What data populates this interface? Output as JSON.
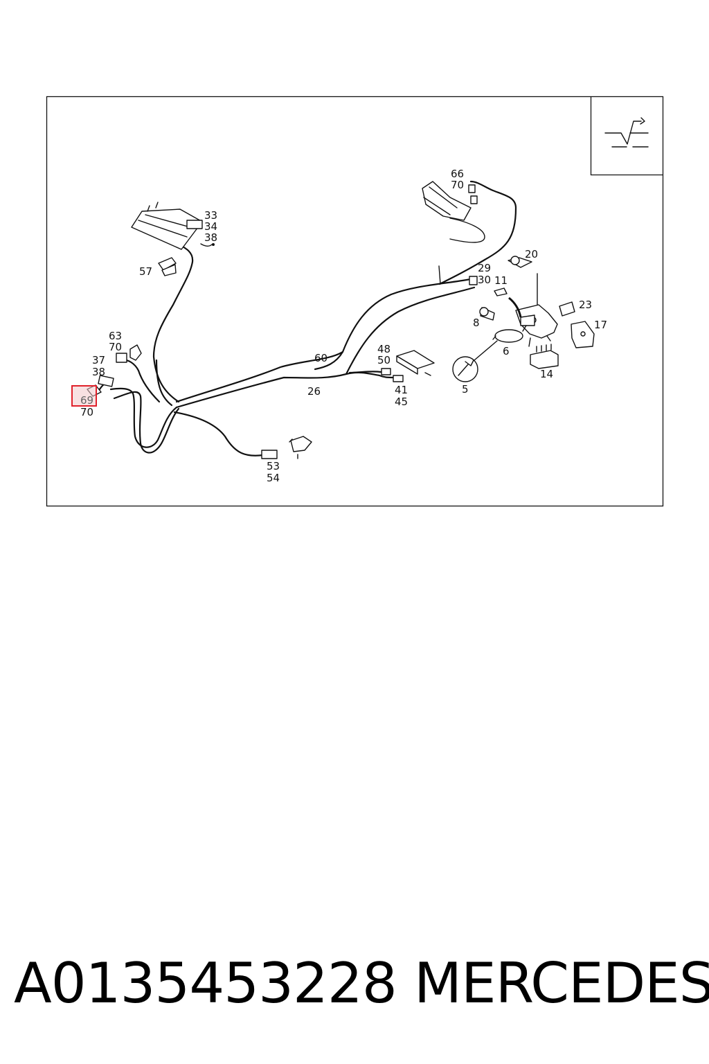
{
  "diagram": {
    "callouts": [
      {
        "id": "c33",
        "text": "33"
      },
      {
        "id": "c34",
        "text": "34"
      },
      {
        "id": "c38a",
        "text": "38"
      },
      {
        "id": "c57",
        "text": "57"
      },
      {
        "id": "c66",
        "text": "66"
      },
      {
        "id": "c70a",
        "text": "70"
      },
      {
        "id": "c20",
        "text": "20"
      },
      {
        "id": "c29",
        "text": "29"
      },
      {
        "id": "c30",
        "text": "30"
      },
      {
        "id": "c11",
        "text": "11"
      },
      {
        "id": "c23",
        "text": "23"
      },
      {
        "id": "c17",
        "text": "17"
      },
      {
        "id": "c8",
        "text": "8"
      },
      {
        "id": "c6",
        "text": "6"
      },
      {
        "id": "c14",
        "text": "14"
      },
      {
        "id": "c5",
        "text": "5"
      },
      {
        "id": "c63",
        "text": "63"
      },
      {
        "id": "c70b",
        "text": "70"
      },
      {
        "id": "c37",
        "text": "37"
      },
      {
        "id": "c38b",
        "text": "38"
      },
      {
        "id": "c69",
        "text": "69"
      },
      {
        "id": "c70c",
        "text": "70"
      },
      {
        "id": "c60",
        "text": "60"
      },
      {
        "id": "c26",
        "text": "26"
      },
      {
        "id": "c48",
        "text": "48"
      },
      {
        "id": "c50",
        "text": "50"
      },
      {
        "id": "c41",
        "text": "41"
      },
      {
        "id": "c45",
        "text": "45"
      },
      {
        "id": "c53",
        "text": "53"
      },
      {
        "id": "c54",
        "text": "54"
      }
    ],
    "highlight_color": "#e0202a"
  },
  "caption": {
    "part_number": "A0135453228",
    "brand": "MERCEDES"
  }
}
